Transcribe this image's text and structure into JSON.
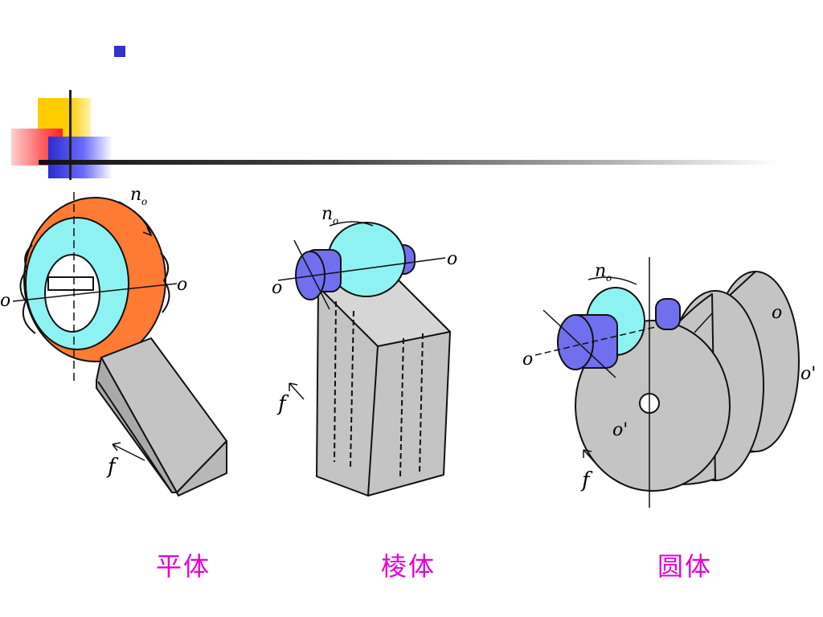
{
  "bullet_color": "#3333cc",
  "header_rule": "gradient",
  "figures": [
    {
      "name": "flat-body",
      "caption": "平体",
      "labels": {
        "n": "n",
        "n_sub": "o",
        "o_left": "o",
        "o_right": "o",
        "f": "f"
      }
    },
    {
      "name": "prism-body",
      "caption": "棱体",
      "labels": {
        "n": "n",
        "n_sub": "o",
        "o_left": "o",
        "o_right": "o",
        "f": "f"
      }
    },
    {
      "name": "round-body",
      "caption": "圆体",
      "labels": {
        "n": "n",
        "n_sub": "o",
        "o_left": "o",
        "o_right": "o",
        "o_prime_a": "o'",
        "o_prime_b": "o'",
        "f": "f"
      }
    }
  ],
  "colors": {
    "caption": "#e400d8",
    "orange": "#ff7a33",
    "cyan": "#8ff2f2",
    "blue": "#7070ee",
    "gray": "#c4c4c4"
  }
}
